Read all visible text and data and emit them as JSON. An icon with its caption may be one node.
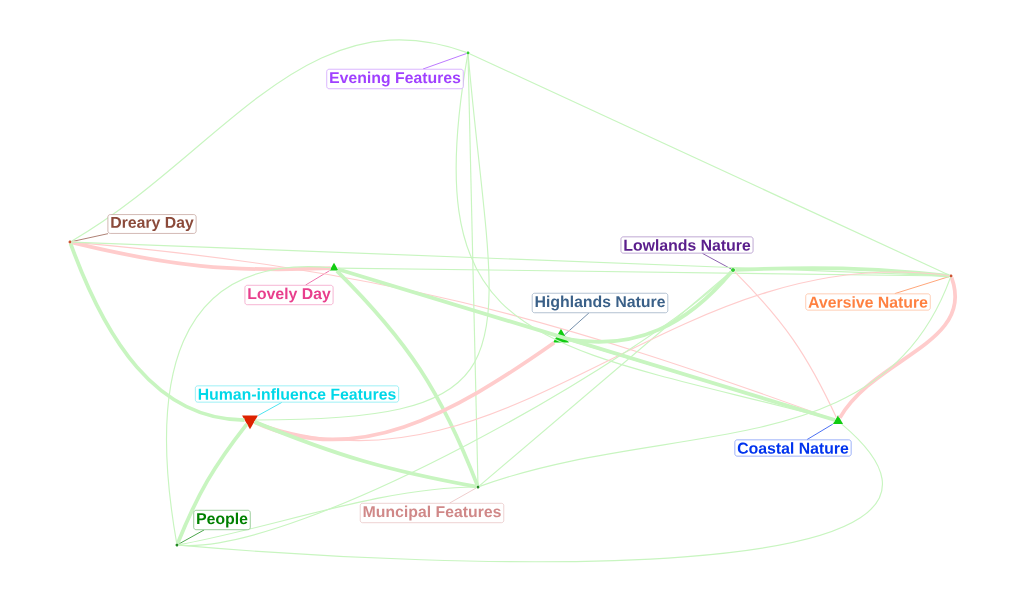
{
  "diagram": {
    "nodes": [
      {
        "text": [
          "Evening Features"
        ]
      },
      {
        "text": [
          "Dreary Day"
        ]
      },
      {
        "text": [
          "Lowlands Nature"
        ]
      },
      {
        "text": [
          "Lovely Day"
        ]
      },
      {
        "text": [
          "Aversive Nature"
        ]
      },
      {
        "text": [
          "Highlands Nature"
        ]
      },
      {
        "text": [
          "Human-influence Features"
        ]
      },
      {
        "text": [
          "Coastal Nature"
        ]
      },
      {
        "text": [
          "Muncipal Features"
        ]
      },
      {
        "text": [
          "People"
        ]
      },
      {
        "text": [],
        "shape": "circle"
      },
      {
        "text": [],
        "shape": "circle"
      },
      {
        "text": [],
        "shape": "circle"
      },
      {
        "text": [],
        "shape": "triangle"
      },
      {
        "text": [],
        "shape": "circle"
      },
      {
        "text": [],
        "shape": "triangle"
      },
      {
        "text": [],
        "shape": "triangle"
      },
      {
        "text": [],
        "shape": "triangle"
      },
      {
        "text": [],
        "shape": "circle"
      },
      {
        "text": [],
        "shape": "circle"
      }
    ],
    "edges": [
      {
        "from": 0,
        "to": 10,
        "arrow": "none",
        "color": "#a040ff"
      },
      {
        "from": 1,
        "to": 11,
        "arrow": "none",
        "color": "#8b4a3a"
      },
      {
        "from": 2,
        "to": 12,
        "arrow": "none",
        "color": "#5a1e8c"
      },
      {
        "from": 3,
        "to": 13,
        "arrow": "none",
        "color": "#e83e8c"
      },
      {
        "from": 4,
        "to": 14,
        "arrow": "none",
        "color": "#ff8040"
      },
      {
        "from": 5,
        "to": 15,
        "arrow": "none",
        "color": "#3a6088"
      },
      {
        "from": 6,
        "to": 16,
        "arrow": "none",
        "color": "#00d8e8"
      },
      {
        "from": 7,
        "to": 17,
        "arrow": "none",
        "color": "#0033ee"
      },
      {
        "from": 8,
        "to": 18,
        "arrow": "none",
        "color": "#e8b8b8"
      },
      {
        "from": 9,
        "to": 19,
        "arrow": "none",
        "color": "#008000"
      },
      {
        "from": 11,
        "to": 13,
        "arrow": "none",
        "style": "thick",
        "color": "#ffcccc"
      },
      {
        "from": 11,
        "to": 17,
        "arrow": "none",
        "color": "#ffcccc"
      },
      {
        "from": 11,
        "to": 14,
        "arrow": "none"
      },
      {
        "from": 11,
        "to": 10,
        "arrow": "none"
      },
      {
        "from": 11,
        "to": 16,
        "arrow": "none",
        "style": "thick"
      },
      {
        "from": 13,
        "to": 17,
        "arrow": "none",
        "style": "thick"
      },
      {
        "from": 13,
        "to": 18,
        "arrow": "none",
        "style": "thick"
      },
      {
        "from": 13,
        "to": 19,
        "arrow": "none"
      },
      {
        "from": 13,
        "to": 14,
        "arrow": "none"
      },
      {
        "from": 10,
        "to": 16,
        "arrow": "none"
      },
      {
        "from": 10,
        "to": 18,
        "arrow": "none"
      },
      {
        "from": 10,
        "to": 17,
        "arrow": "none"
      },
      {
        "from": 10,
        "to": 14,
        "arrow": "none"
      },
      {
        "from": 12,
        "to": 14,
        "arrow": "none",
        "style": "thick"
      },
      {
        "from": 12,
        "to": 15,
        "arrow": "none",
        "style": "thick"
      },
      {
        "from": 12,
        "to": 17,
        "arrow": "none",
        "color": "#ffcccc"
      },
      {
        "from": 12,
        "to": 18,
        "arrow": "none"
      },
      {
        "from": 14,
        "to": 17,
        "arrow": "none",
        "style": "thick",
        "color": "#ffcccc"
      },
      {
        "from": 14,
        "to": 16,
        "arrow": "none",
        "color": "#ffcccc"
      },
      {
        "from": 14,
        "to": 18,
        "arrow": "none"
      },
      {
        "from": 15,
        "to": 16,
        "arrow": "none",
        "style": "thick",
        "color": "#ffcccc"
      },
      {
        "from": 15,
        "to": 17,
        "arrow": "none"
      },
      {
        "from": 16,
        "to": 18,
        "arrow": "none",
        "style": "thick"
      },
      {
        "from": 16,
        "to": 19,
        "arrow": "none",
        "style": "thick"
      },
      {
        "from": 19,
        "to": 18,
        "arrow": "none"
      },
      {
        "from": 19,
        "to": 17,
        "arrow": "none"
      },
      {
        "from": 19,
        "to": 12,
        "arrow": "none"
      }
    ]
  }
}
